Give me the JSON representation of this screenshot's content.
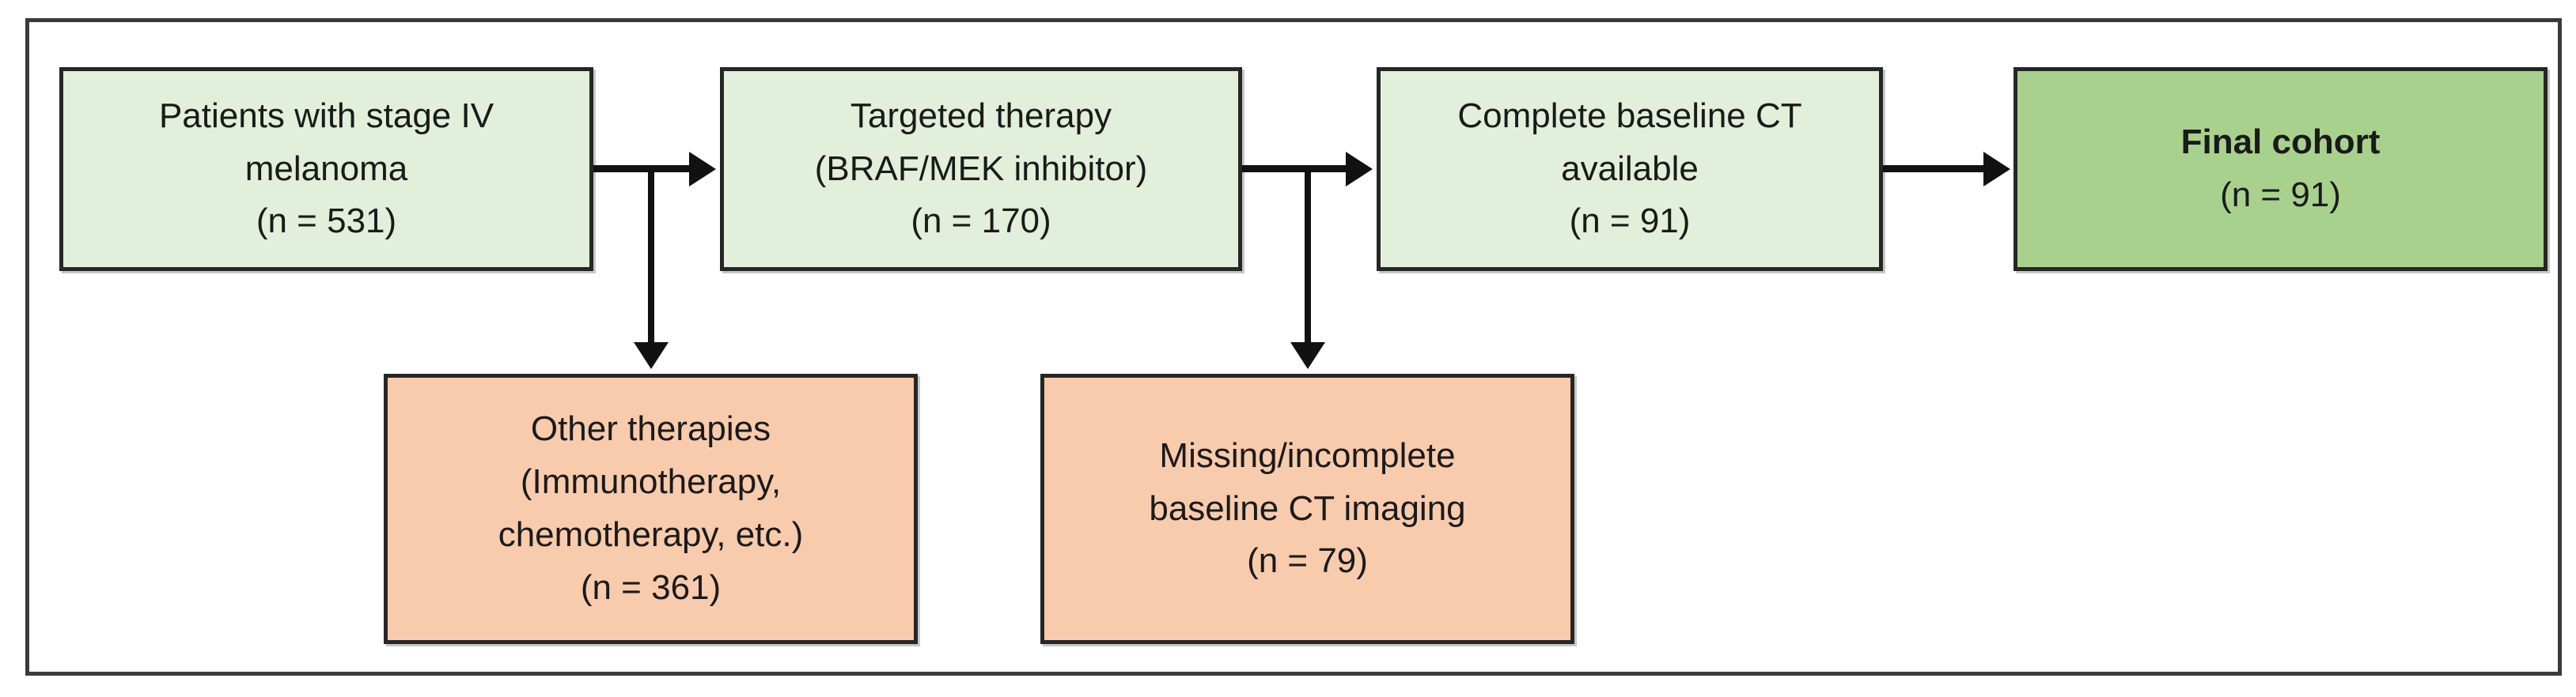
{
  "diagram": {
    "type": "patient-selection-flowchart",
    "colors": {
      "fill_green_light": "#E2EFDA",
      "fill_green_dark": "#A9D18E",
      "fill_orange": "#F8CBAD",
      "border": "#262626",
      "frame": "#3A3A3A",
      "connector": "#111111",
      "text": "#1A1A1A"
    },
    "boxes": {
      "stage4": {
        "line1": "Patients with stage IV",
        "line2": "melanoma",
        "count": "(n = 531)"
      },
      "targeted": {
        "line1": "Targeted therapy",
        "line2": "(BRAF/MEK inhibitor)",
        "count": "(n = 170)"
      },
      "baseline_ct": {
        "line1": "Complete baseline CT",
        "line2": "available",
        "count": "(n = 91)"
      },
      "final_cohort": {
        "line1": "Final cohort",
        "count": "(n = 91)"
      },
      "other_therapies": {
        "line1": "Other therapies",
        "line2": "(Immunotherapy,",
        "line3": "chemotherapy, etc.)",
        "count": "(n = 361)"
      },
      "missing_ct": {
        "line1": "Missing/incomplete",
        "line2": "baseline CT imaging",
        "count": "(n = 79)"
      }
    },
    "connectors": [
      {
        "name": "stage4-to-targeted",
        "direction": "right"
      },
      {
        "name": "stage4-to-other-therapies",
        "direction": "down"
      },
      {
        "name": "targeted-to-baseline-ct",
        "direction": "right"
      },
      {
        "name": "targeted-to-missing-ct",
        "direction": "down"
      },
      {
        "name": "baseline-ct-to-final-cohort",
        "direction": "right"
      }
    ]
  }
}
